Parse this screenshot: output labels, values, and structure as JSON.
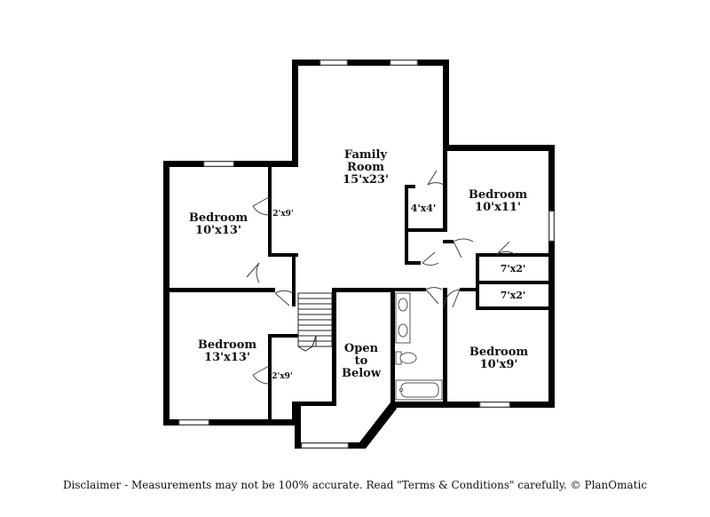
{
  "rooms": {
    "family_room": {
      "name_line1": "Family",
      "name_line2": "Room",
      "size": "15'x23'"
    },
    "bedroom_upper_left": {
      "name": "Bedroom",
      "size": "10'x13'"
    },
    "bedroom_lower_left": {
      "name": "Bedroom",
      "size": "13'x13'"
    },
    "bedroom_upper_right": {
      "name": "Bedroom",
      "size": "10'x11'"
    },
    "bedroom_lower_right": {
      "name": "Bedroom",
      "size": "10'x9'"
    },
    "open_to_below": {
      "line1": "Open",
      "line2": "to",
      "line3": "Below"
    },
    "closet_upper_left": {
      "size": "2'x9'"
    },
    "closet_lower_left": {
      "size": "2'x9'"
    },
    "closet_center": {
      "size": "4'x4'"
    },
    "closet_right_upper": {
      "size": "7'x2'"
    },
    "closet_right_lower": {
      "size": "7'x2'"
    }
  },
  "footer": {
    "disclaimer": "Disclaimer - Measurements may not be 100% accurate. Read \"Terms & Conditions\" carefully. © PlanOmatic"
  },
  "colors": {
    "wall": "#000000",
    "window": "#ffffff",
    "background": "#ffffff"
  }
}
